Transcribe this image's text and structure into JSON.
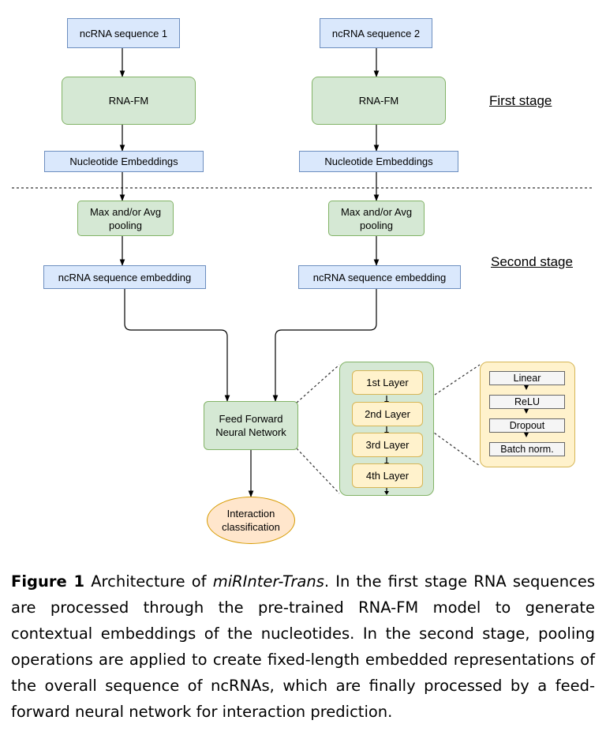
{
  "left": {
    "input": "ncRNA sequence 1",
    "model": "RNA-FM",
    "embeddings": "Nucleotide Embeddings",
    "pooling": "Max and/or Avg pooling",
    "seq_embedding": "ncRNA sequence embedding"
  },
  "right": {
    "input": "ncRNA sequence 2",
    "model": "RNA-FM",
    "embeddings": "Nucleotide Embeddings",
    "pooling": "Max and/or Avg pooling",
    "seq_embedding": "ncRNA sequence embedding"
  },
  "stages": {
    "first": "First stage",
    "second": "Second stage"
  },
  "ffnn": "Feed Forward Neural Network",
  "output": "Interaction classification",
  "layers": [
    "1st Layer",
    "2nd Layer",
    "3rd Layer",
    "4th Layer"
  ],
  "layer_ops": [
    "Linear",
    "ReLU",
    "Dropout",
    "Batch norm."
  ],
  "caption": {
    "label": "Figure 1",
    "pre": "Architecture of",
    "model_name": "miRInter-Trans",
    "body": ". In the first stage RNA sequences are processed through the pre-trained RNA-FM model to generate contextual embeddings of the nucleotides. In the second stage, pooling operations are applied to create fixed-length embedded representations of the overall sequence of ncRNAs, which are finally processed by a feed-forward neural network for interaction prediction."
  }
}
